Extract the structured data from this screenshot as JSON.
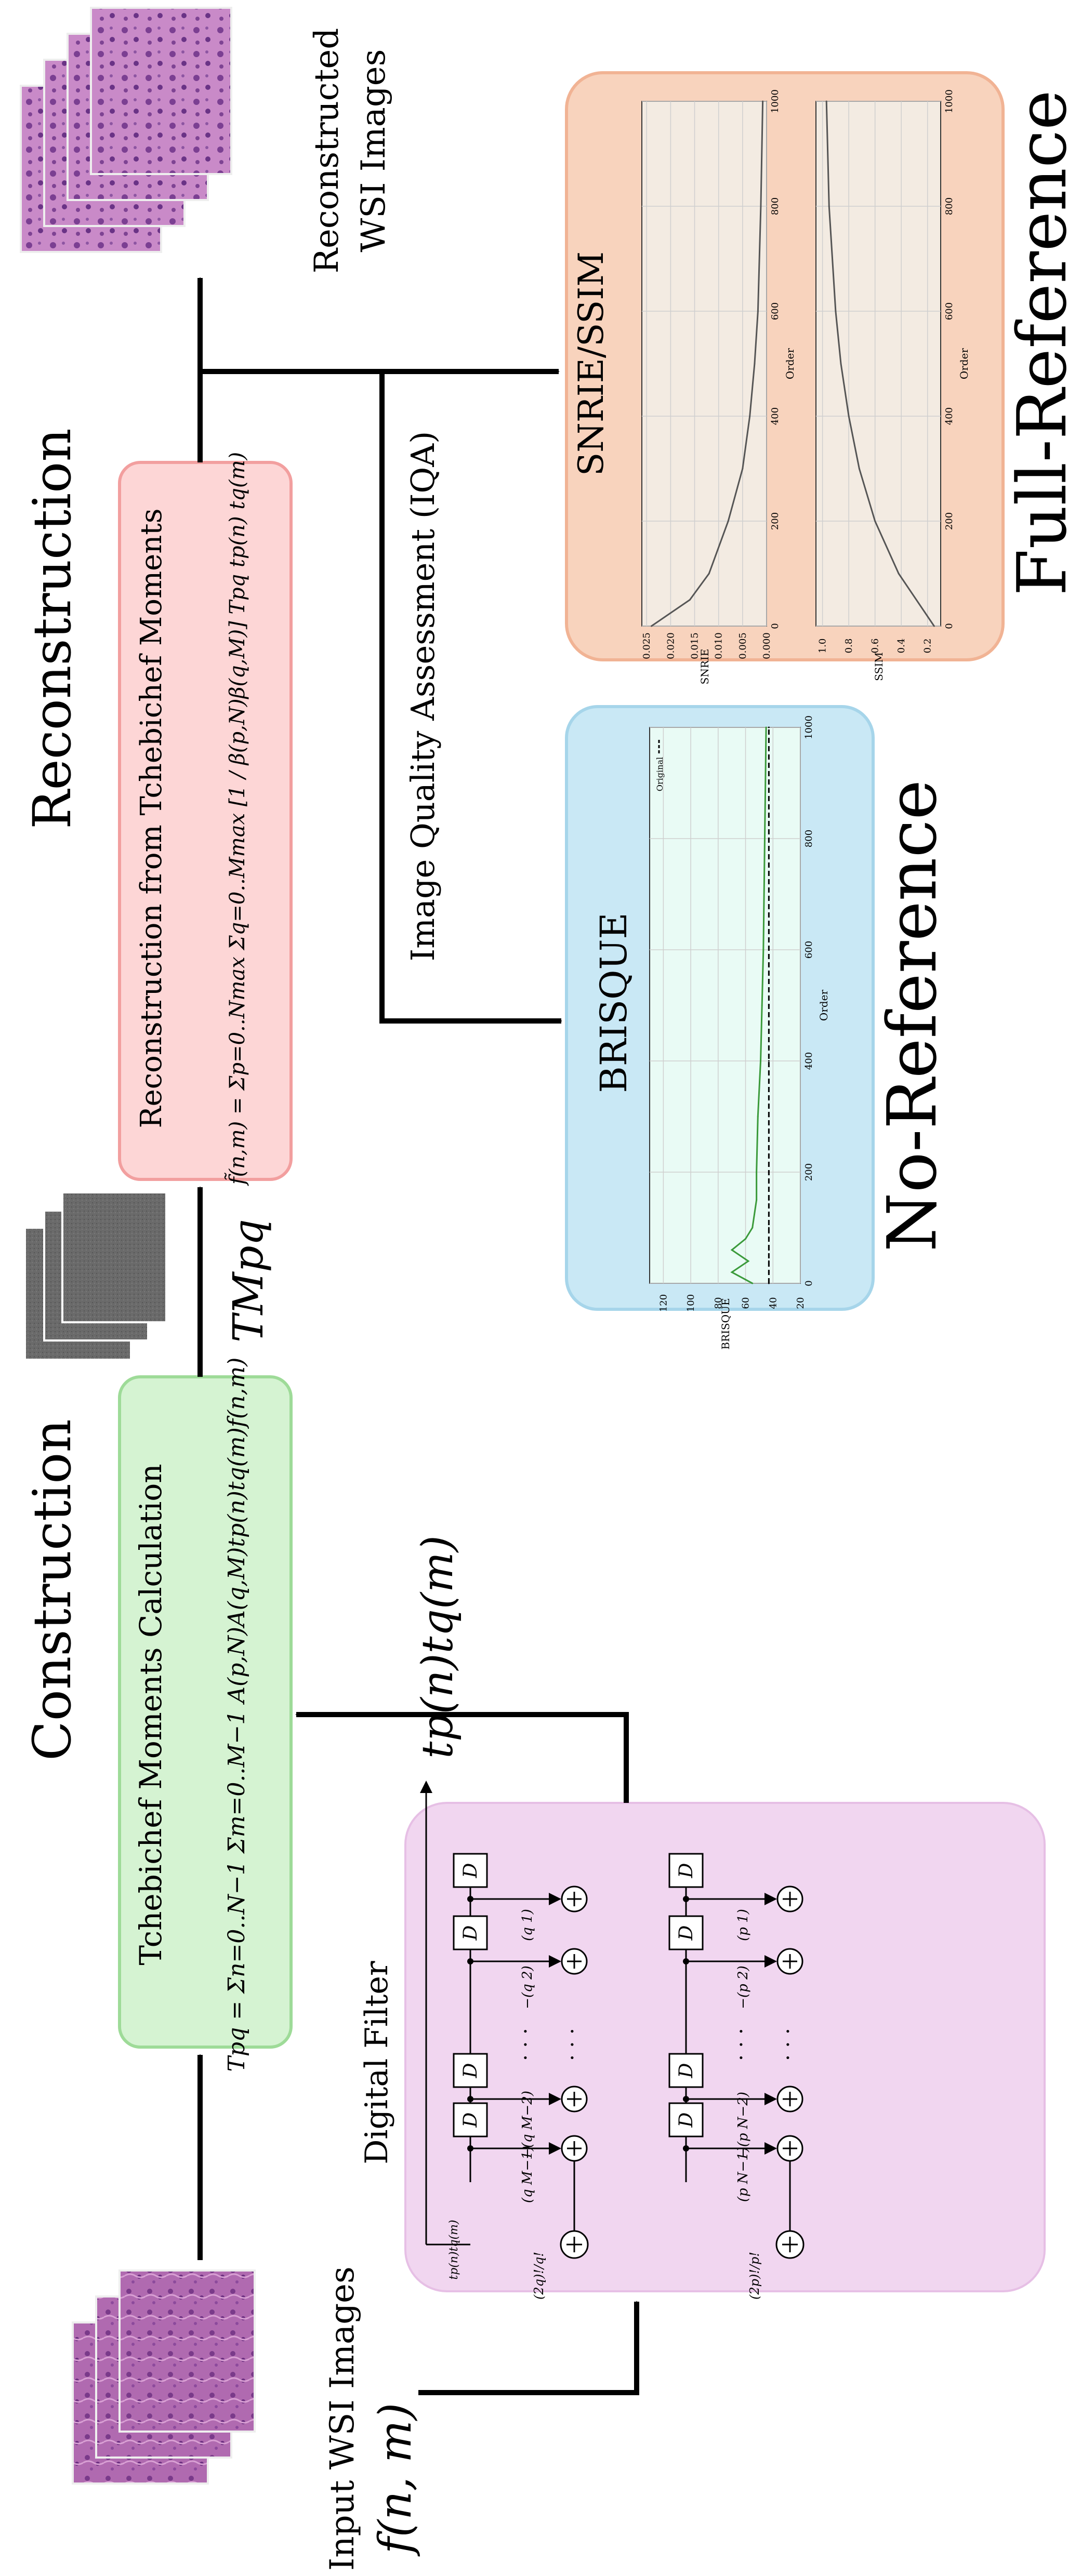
{
  "sections": {
    "construction": "Construction",
    "reconstruction": "Reconstruction",
    "no_reference": "No-Reference",
    "full_reference": "Full-Reference"
  },
  "input": {
    "label": "Input WSI Images",
    "function": "f(n, m)"
  },
  "digital_filter": {
    "title": "Digital Filter",
    "delay_label": "D",
    "p_gain": "(2p)!/p!",
    "q_gain": "(2q)!/q!",
    "p_coeffs": [
      "(p 1)",
      "−(p 2)",
      "−(p N−2)",
      "(p N−1)"
    ],
    "q_coeffs": [
      "(q 1)",
      "−(q 2)",
      "−(q M−2)",
      "(q M−1)"
    ],
    "out_small": "tp(n)tq(m)",
    "dots": "· · ·"
  },
  "polynomial_product": "tp(n)tq(m)",
  "construction_box": {
    "title": "Tchebichef Moments Calculation",
    "formula": "Tpq = Σn=0..N−1 Σm=0..M−1 A(p,N)A(q,M)tp(n)tq(m)f(n,m)"
  },
  "moments_label": "TMpq",
  "reconstruction_box": {
    "title": "Reconstruction from Tchebichef Moments",
    "formula": "f̃(n,m) = Σp=0..Nmax Σq=0..Mmax [1 / β(p,N)β(q,M)] Tpq tp(n) tq(m)"
  },
  "iqa_label": "Image Quality Assessment (IQA)",
  "output_label_1": "Reconstructed",
  "output_label_2": "WSI Images",
  "brisque": {
    "title": "BRISQUE",
    "ylabel": "BRISQUE",
    "xlabel": "Order",
    "legend": "Original",
    "yticks": [
      "120",
      "100",
      "80",
      "60",
      "40",
      "20"
    ],
    "xticks": [
      "0",
      "200",
      "400",
      "600",
      "800",
      "1000"
    ]
  },
  "snrie_ssim": {
    "title": "SNRIE/SSIM",
    "snrie_ylabel": "SNRIE",
    "ssim_ylabel": "SSIM",
    "xlabel": "Order",
    "snrie_yticks": [
      "0.025",
      "0.020",
      "0.015",
      "0.010",
      "0.005",
      "0.000"
    ],
    "ssim_yticks": [
      "1.0",
      "0.8",
      "0.6",
      "0.4",
      "0.2"
    ],
    "xticks": [
      "0",
      "200",
      "400",
      "600",
      "800",
      "1000"
    ]
  },
  "chart_data": [
    {
      "type": "line",
      "x": [
        0,
        20,
        40,
        60,
        80,
        100,
        150,
        200,
        300,
        400,
        500,
        600,
        800,
        1000
      ],
      "series": [
        {
          "name": "",
          "values": [
            55,
            70,
            58,
            70,
            60,
            55,
            52,
            52,
            51,
            49,
            48,
            47,
            46,
            45
          ]
        },
        {
          "name": "Original",
          "values": [
            43,
            43,
            43,
            43,
            43,
            43,
            43,
            43,
            43,
            43,
            43,
            43,
            43,
            43
          ]
        }
      ],
      "title": "",
      "xlabel": "Order",
      "ylabel": "BRISQUE",
      "xlim": [
        0,
        1000
      ],
      "ylim": [
        20,
        130
      ]
    },
    {
      "type": "line",
      "x": [
        0,
        50,
        100,
        200,
        300,
        400,
        500,
        600,
        800,
        1000
      ],
      "series": [
        {
          "name": "",
          "values": [
            0.024,
            0.016,
            0.012,
            0.008,
            0.005,
            0.0035,
            0.0025,
            0.0018,
            0.0012,
            0.0008
          ]
        }
      ],
      "title": "",
      "xlabel": "Order",
      "ylabel": "SNRIE",
      "xlim": [
        0,
        1000
      ],
      "ylim": [
        0,
        0.026
      ]
    },
    {
      "type": "line",
      "x": [
        0,
        100,
        200,
        300,
        400,
        500,
        600,
        800,
        1000
      ],
      "series": [
        {
          "name": "",
          "values": [
            0.15,
            0.42,
            0.6,
            0.72,
            0.8,
            0.86,
            0.9,
            0.95,
            0.97
          ]
        }
      ],
      "title": "",
      "xlabel": "Order",
      "ylabel": "SSIM",
      "xlim": [
        0,
        1000
      ],
      "ylim": [
        0.1,
        1.05
      ]
    }
  ]
}
